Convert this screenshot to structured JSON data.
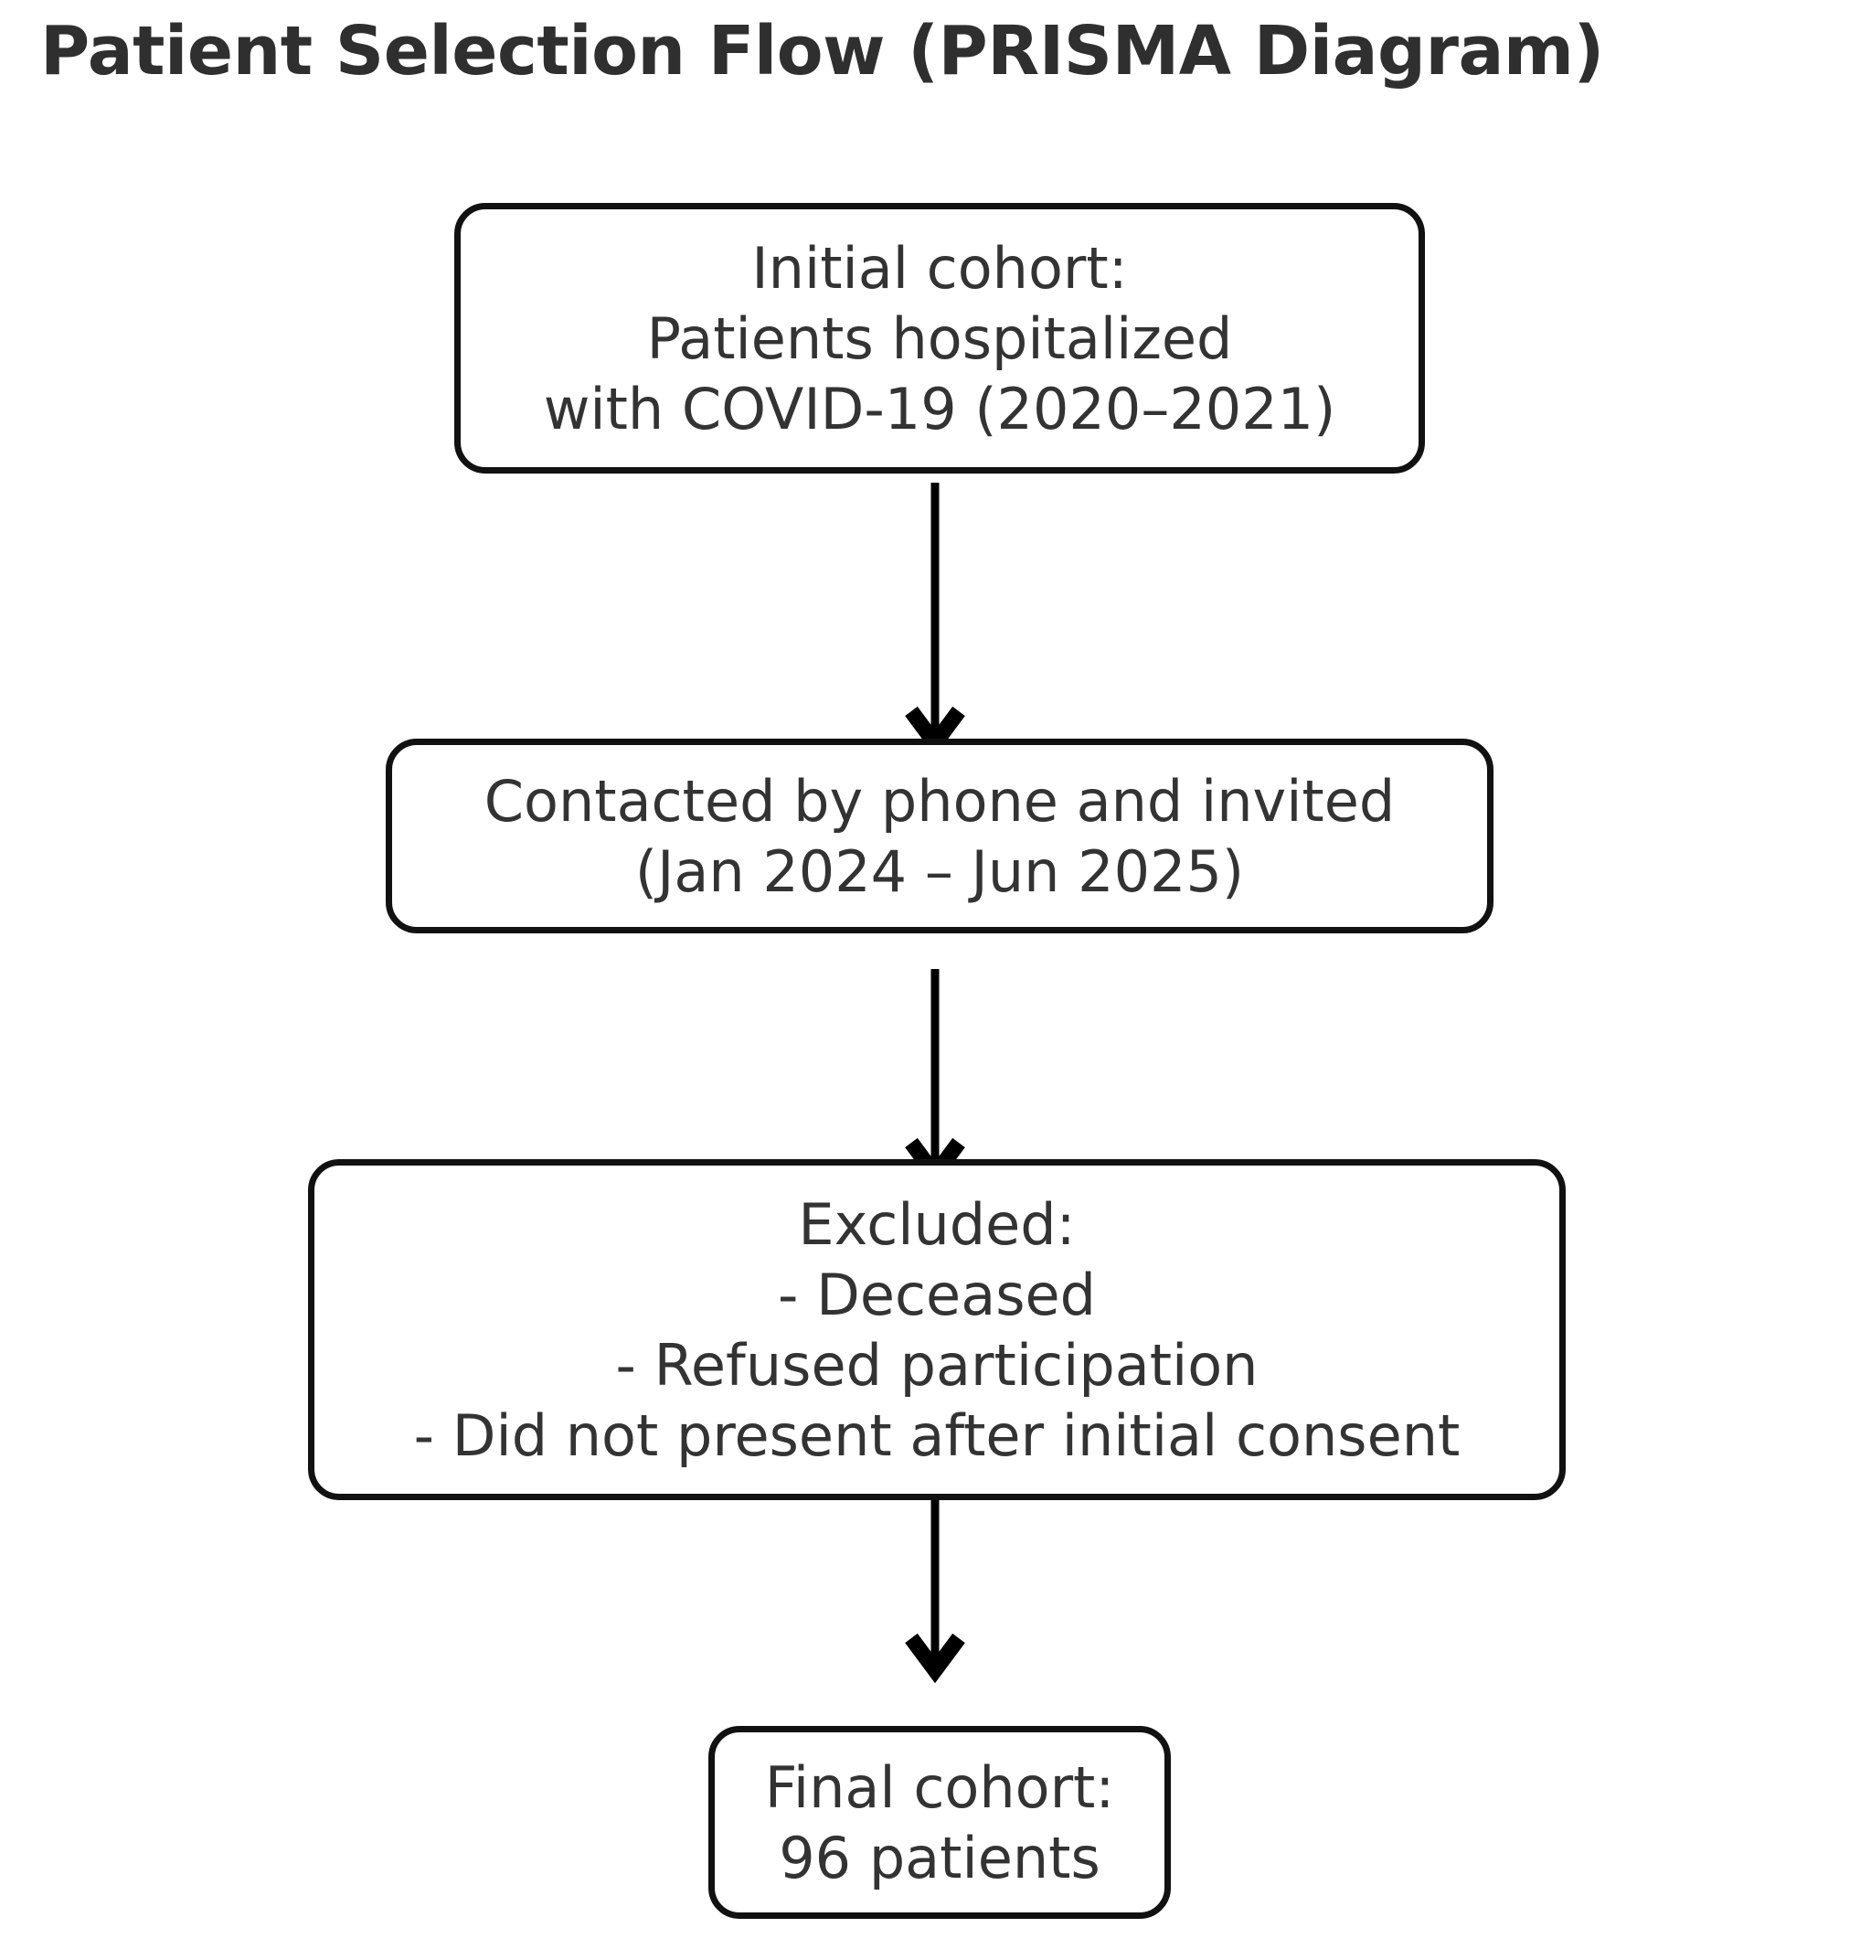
{
  "page": {
    "title": "Patient Selection Flow (PRISMA Diagram)",
    "background_color": "#ffffff",
    "text_color": "#333333",
    "title_color": "#2f2f2f",
    "stroke_color": "#111111"
  },
  "diagram": {
    "type": "flowchart",
    "orientation": "top-to-bottom",
    "nodes": [
      {
        "id": "initial-cohort",
        "lines": [
          "Initial cohort:",
          "Patients hospitalized",
          "with COVID-19 (2020–2021)"
        ]
      },
      {
        "id": "contacted",
        "lines": [
          "Contacted by phone and invited",
          "(Jan 2024 – Jun 2025)"
        ]
      },
      {
        "id": "excluded",
        "lines": [
          "Excluded:",
          "- Deceased",
          "- Refused participation",
          "- Did not present after initial consent"
        ]
      },
      {
        "id": "final-cohort",
        "lines": [
          "Final cohort:",
          "96 patients"
        ]
      }
    ],
    "edges": [
      {
        "id": "edge-1",
        "from": "initial-cohort",
        "to": "contacted",
        "marker": "arrow"
      },
      {
        "id": "edge-2",
        "from": "contacted",
        "to": "excluded",
        "marker": "arrow"
      },
      {
        "id": "edge-3",
        "from": "excluded",
        "to": "final-cohort",
        "marker": "arrow"
      }
    ]
  }
}
